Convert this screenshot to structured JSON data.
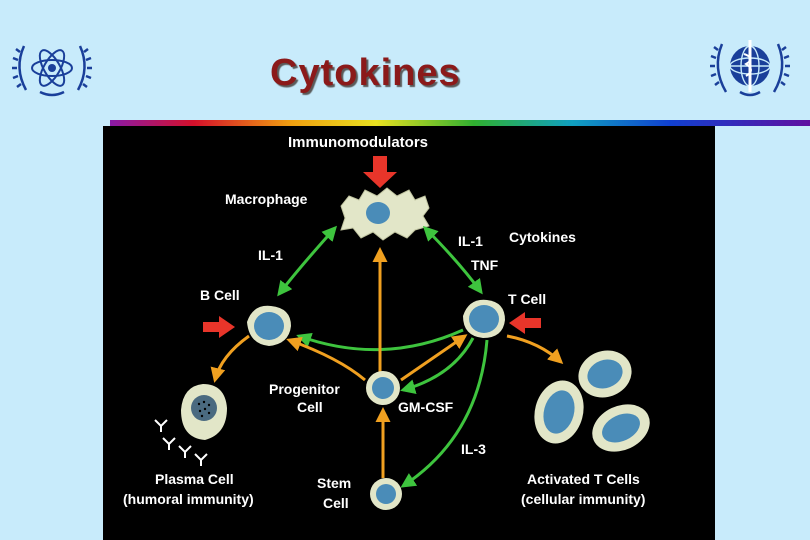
{
  "slide": {
    "title": "Cytokines"
  },
  "logos": {
    "left": "iaea-atom-logo",
    "right": "who-emblem-logo"
  },
  "diagram": {
    "heading": "Immunomodulators",
    "labels": {
      "macrophage": "Macrophage",
      "il1_left": "IL-1",
      "il1_right": "IL-1",
      "tnf": "TNF",
      "cytokines": "Cytokines",
      "b_cell": "B Cell",
      "t_cell": "T Cell",
      "progenitor_line1": "Progenitor",
      "progenitor_line2": "Cell",
      "gm_csf": "GM-CSF",
      "il3": "IL-3",
      "plasma_line1": "Plasma Cell",
      "plasma_line2": "(humoral immunity)",
      "stem_line1": "Stem",
      "stem_line2": "Cell",
      "activated_line1": "Activated T Cells",
      "activated_line2": "(cellular immunity)"
    },
    "colors": {
      "background": "#000000",
      "green_arrow": "#3ec43e",
      "orange_arrow": "#f0a020",
      "red_arrow": "#e8352a",
      "cell_fill": "#e2e6c8",
      "nucleus_fill": "#4a8cb8"
    }
  }
}
